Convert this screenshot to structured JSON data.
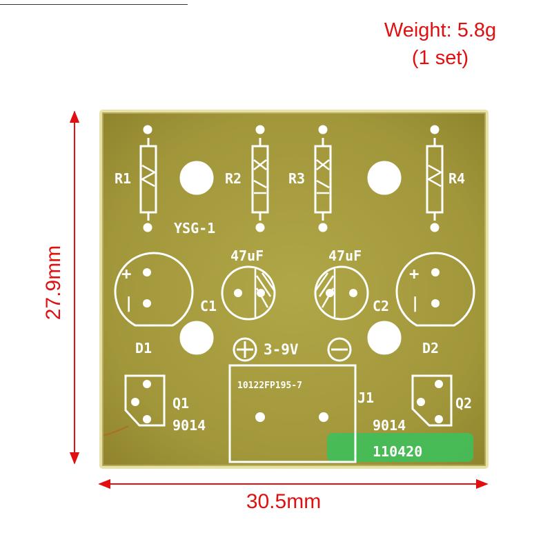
{
  "annotations": {
    "weight_line1": "Weight: 5.8g",
    "weight_line2": "(1 set)",
    "width_label": "30.5mm",
    "height_label": "27.9mm"
  },
  "board": {
    "silkscreen": {
      "r1": "R1",
      "r2": "R2",
      "r3": "R3",
      "r4": "R4",
      "model": "YSG-1",
      "cap_value_left": "47uF",
      "cap_value_right": "47uF",
      "c1": "C1",
      "c2": "C2",
      "d1": "D1",
      "d2": "D2",
      "plus_left": "+",
      "minus_left": "|",
      "plus_right": "+",
      "minus_right": "|",
      "voltage": "3-9V",
      "relay_part": "10122FP195-7",
      "j1": "J1",
      "q1": "Q1",
      "q2": "Q2",
      "q1_part": "9014",
      "q2_part": "9014",
      "serial": "110420"
    }
  },
  "colors": {
    "annotation_red": "#e01010",
    "board_base": "#a59a3c",
    "board_edge": "#e8e2a8",
    "silkscreen": "#ffffff",
    "green_patch": "#3fbf5a",
    "outline_dark": "#222222"
  }
}
